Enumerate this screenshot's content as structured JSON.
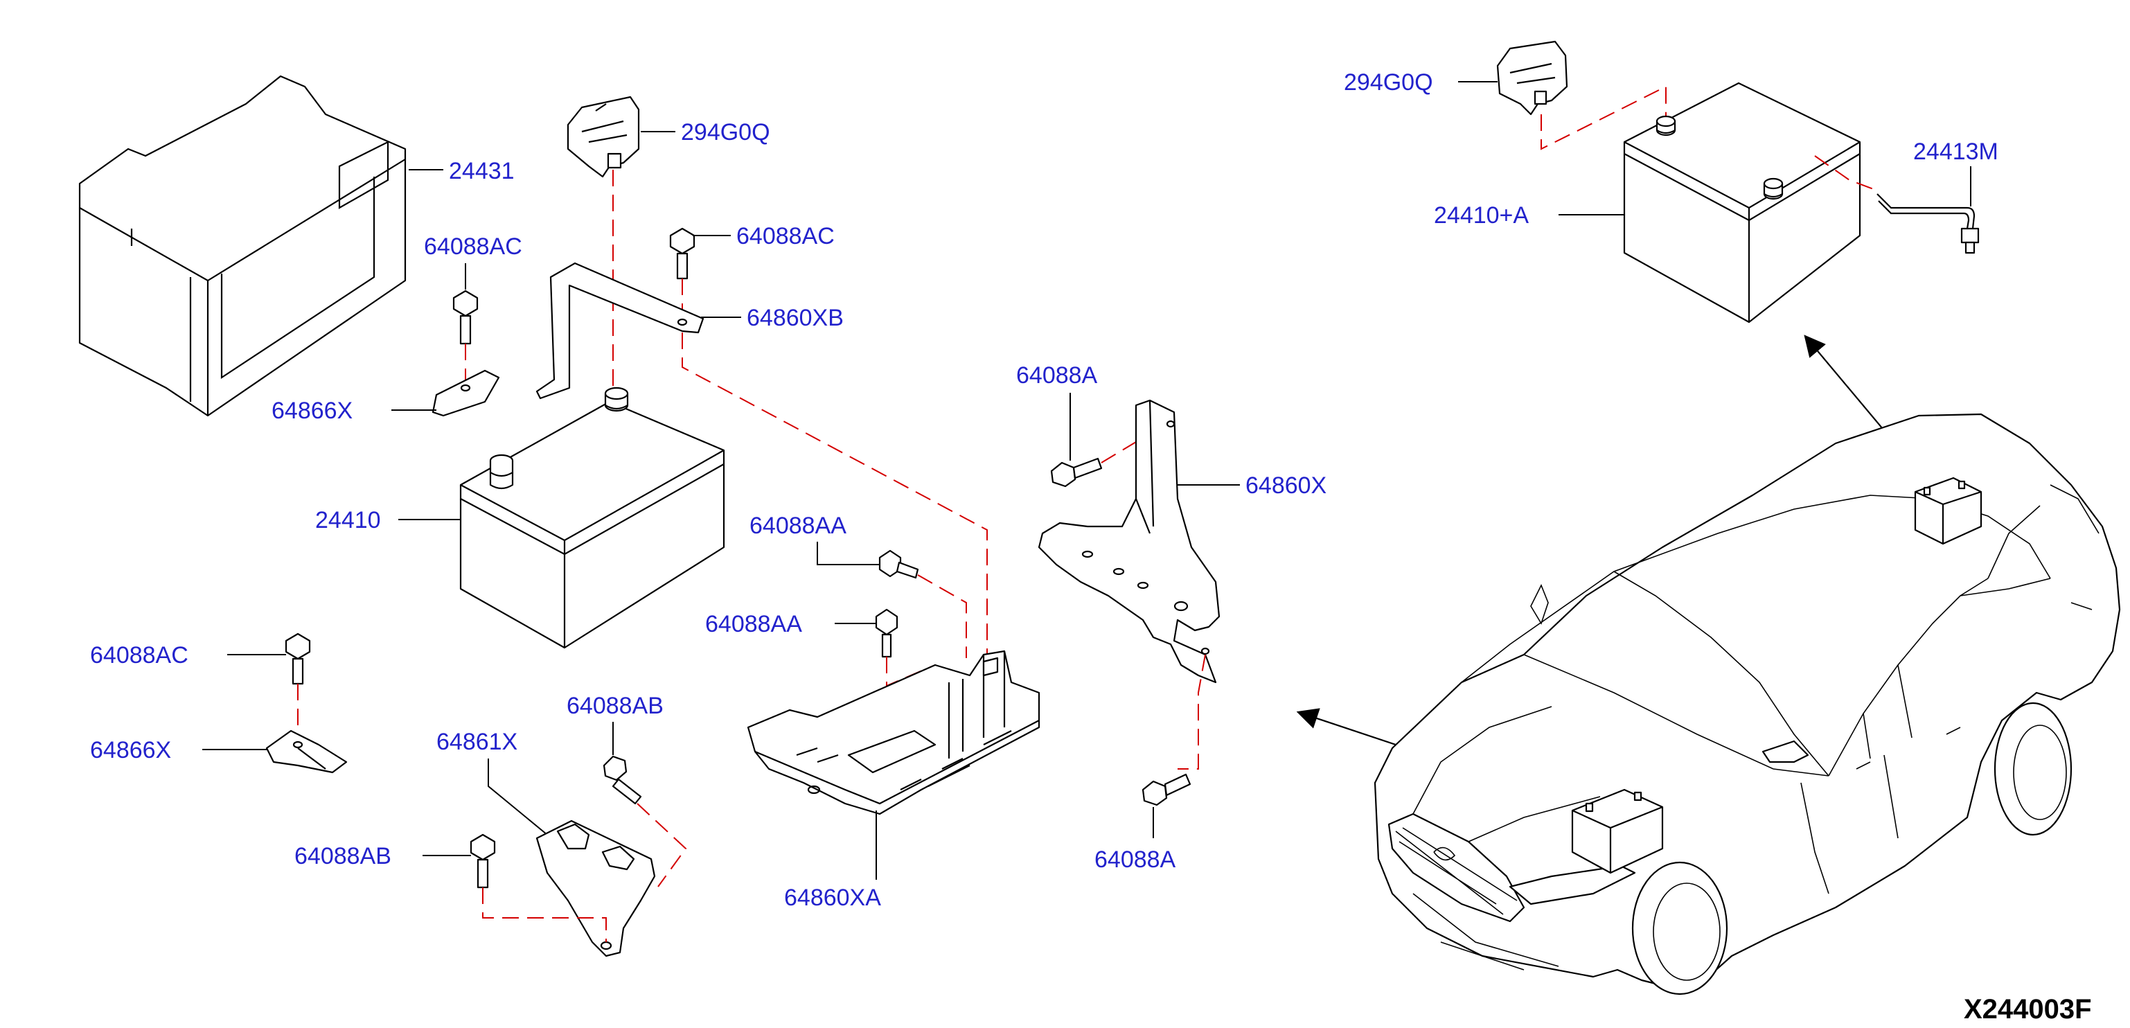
{
  "diagram_code": "X244003F",
  "colors": {
    "label": "#2222cc",
    "dash": "#d40000",
    "line": "#000000"
  },
  "labels": {
    "p294g0q_left": "294G0Q",
    "p24431": "24431",
    "p64088ac_a": "64088AC",
    "p64088ac_b": "64088AC",
    "p64860xb": "64860XB",
    "p64866x_a": "64866X",
    "p24410": "24410",
    "p64088a_top": "64088A",
    "p64860x": "64860X",
    "p64088aa_a": "64088AA",
    "p64088aa_b": "64088AA",
    "p64088ac_c": "64088AC",
    "p64866x_b": "64866X",
    "p64088ab_a": "64088AB",
    "p64861x": "64861X",
    "p64088ab_b": "64088AB",
    "p64860xa": "64860XA",
    "p64088a_bot": "64088A",
    "p294g0q_right": "294G0Q",
    "p24410a": "24410+A",
    "p24413m": "24413M"
  }
}
